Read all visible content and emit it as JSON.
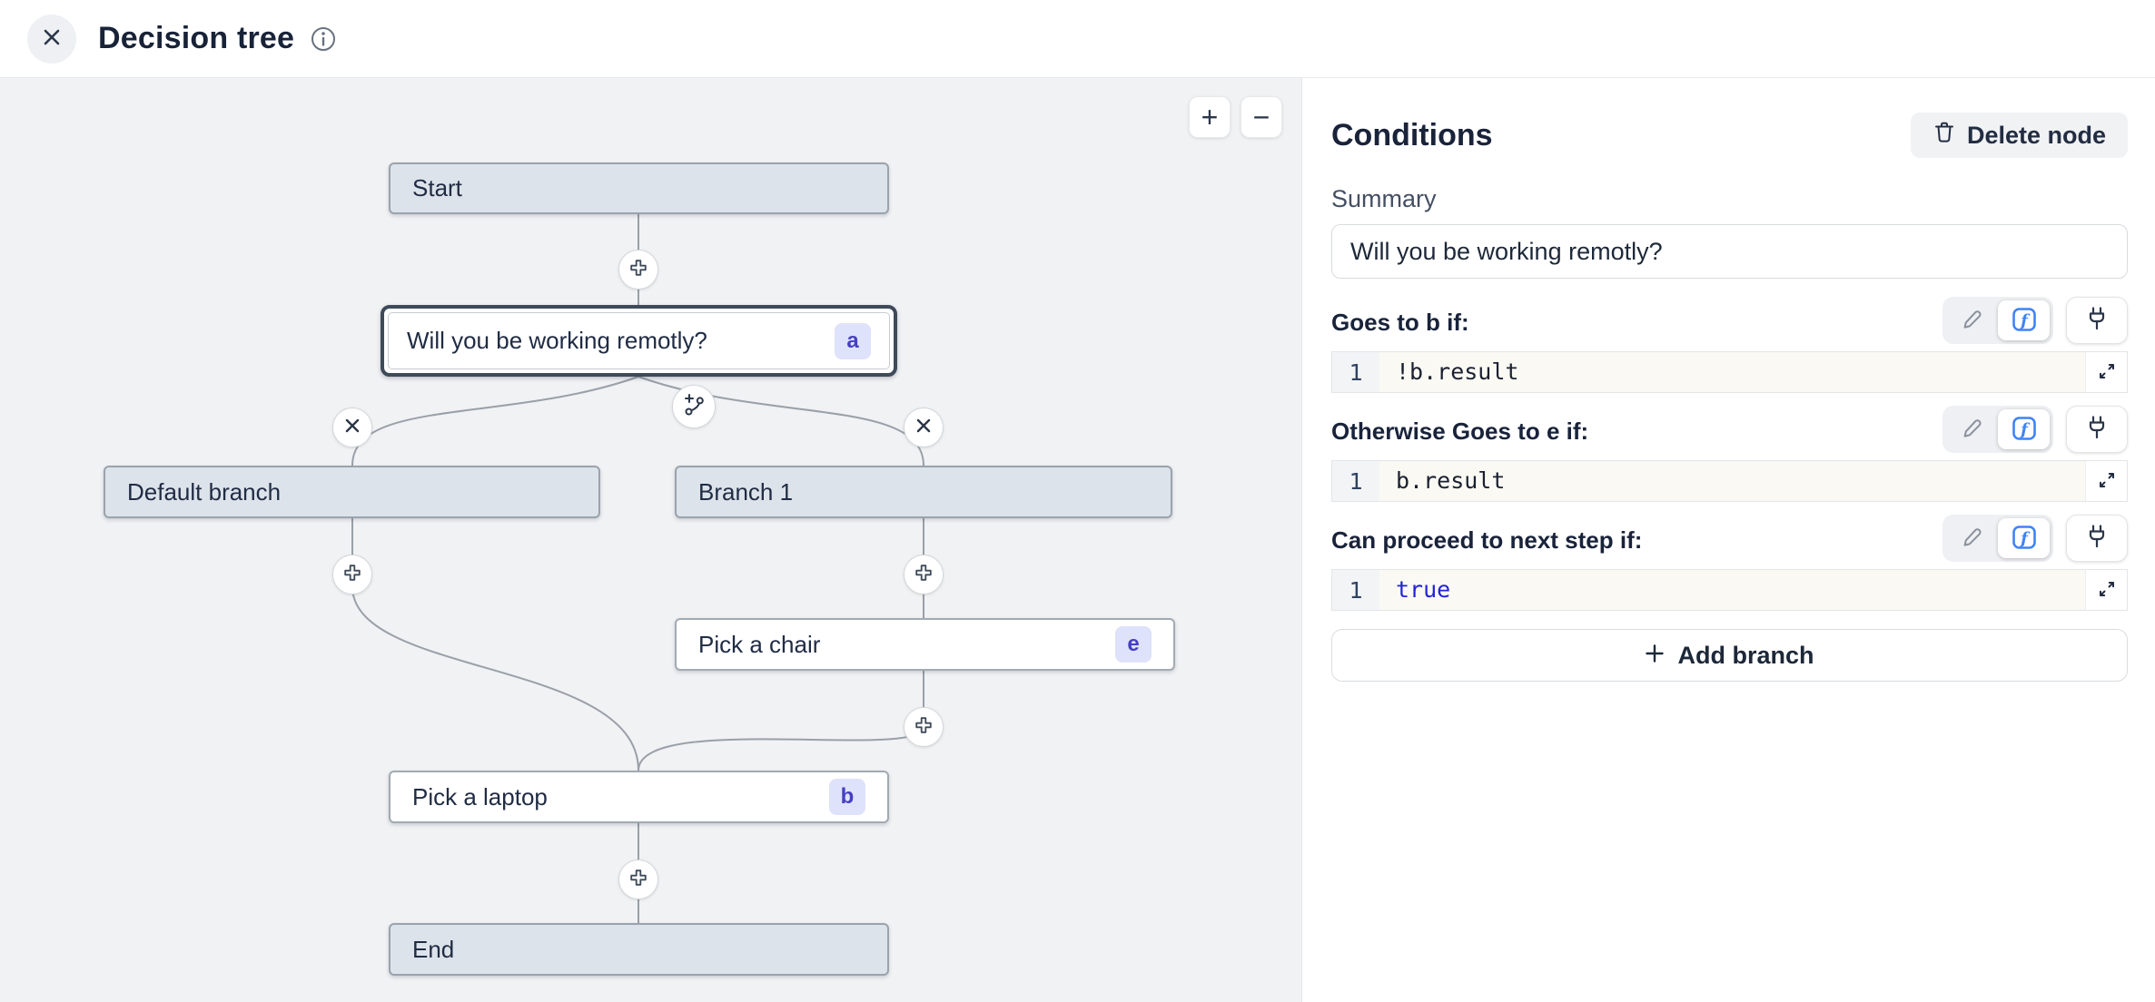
{
  "header": {
    "title": "Decision tree"
  },
  "canvas": {
    "zoom_in_label": "+",
    "zoom_out_label": "−",
    "nodes": [
      {
        "label": "Start"
      },
      {
        "label": "Will you be working remotly?",
        "badge": "a",
        "selected": true
      },
      {
        "label": "Default branch"
      },
      {
        "label": "Branch 1"
      },
      {
        "label": "Pick a chair",
        "badge": "e"
      },
      {
        "label": "Pick a laptop",
        "badge": "b"
      },
      {
        "label": "End"
      }
    ]
  },
  "panel": {
    "title": "Conditions",
    "delete_button_label": "Delete node",
    "summary_label": "Summary",
    "summary_value": "Will you be working remotly?",
    "sections": [
      {
        "label": "Goes to b if:",
        "line_number": "1",
        "code": "!b.result"
      },
      {
        "label": "Otherwise Goes to e if:",
        "line_number": "1",
        "code": "b.result"
      },
      {
        "label": "Can proceed to next step if:",
        "line_number": "1",
        "code": "true"
      }
    ],
    "add_branch_label": "Add branch"
  },
  "icons": {
    "close": "✕",
    "info": "ⓘ",
    "remove_branch": "✕",
    "add_step": "+",
    "add_branch_node": "branch-plus",
    "edit": "pencil",
    "function": "fx",
    "connect": "plug",
    "expand": "diagonal-arrows",
    "delete": "trash"
  },
  "colors": {
    "accent_blue": "#3f83f8",
    "code_keyword": "#2323d9",
    "node_fill": "#dde3ea",
    "node_border": "#9aa3ad",
    "selected_border": "#3e4a5a",
    "badge_bg": "#dfe2fb",
    "badge_text": "#453fc3",
    "canvas_bg": "#f1f2f4"
  }
}
